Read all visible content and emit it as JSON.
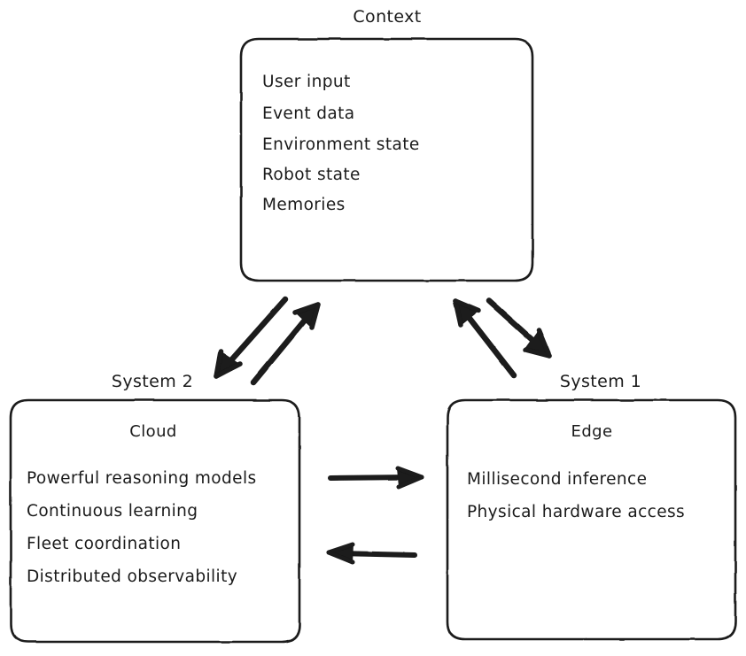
{
  "diagram": {
    "title": "Context / System 1 / System 2 robotics architecture",
    "background_color": "#ffffff",
    "stroke_color": "#1a1a1a",
    "text_color": "#1a1a1a",
    "nodes": [
      {
        "id": "context",
        "label": "Context",
        "subtitle": "",
        "items": [
          "User input",
          "Event data",
          "Environment state",
          "Robot state",
          "Memories"
        ]
      },
      {
        "id": "system2",
        "label": "System 2",
        "subtitle": "Cloud",
        "items": [
          "Powerful reasoning models",
          "Continuous learning",
          "Fleet coordination",
          "Distributed observability"
        ]
      },
      {
        "id": "system1",
        "label": "System 1",
        "subtitle": "Edge",
        "items": [
          "Millisecond inference",
          "Physical hardware access"
        ]
      }
    ],
    "connectors": [
      {
        "id": "context-to-system2",
        "from": "context",
        "to": "system2",
        "direction": "down-left"
      },
      {
        "id": "system2-to-context",
        "from": "system2",
        "to": "context",
        "direction": "up-right"
      },
      {
        "id": "system1-to-context",
        "from": "system1",
        "to": "context",
        "direction": "up-left"
      },
      {
        "id": "context-to-system1",
        "from": "context",
        "to": "system1",
        "direction": "down-right"
      },
      {
        "id": "system2-to-system1",
        "from": "system2",
        "to": "system1",
        "direction": "right"
      },
      {
        "id": "system1-to-system2",
        "from": "system1",
        "to": "system2",
        "direction": "left"
      }
    ]
  }
}
